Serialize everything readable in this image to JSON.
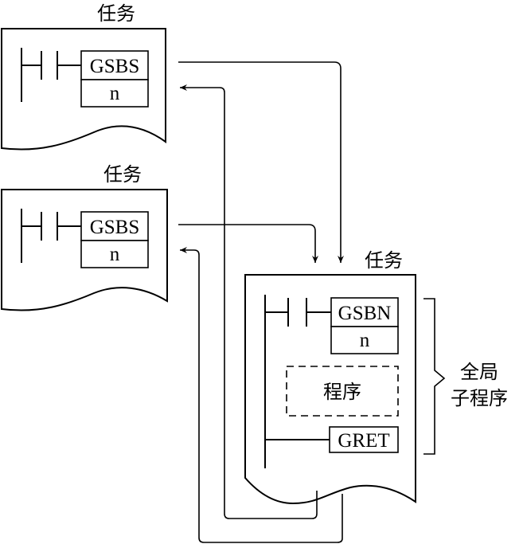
{
  "task_label": "任务",
  "instruction_gsbs": "GSBS",
  "instruction_gsbn": "GSBN",
  "instruction_gret": "GRET",
  "operand_n": "n",
  "program_label": "程序",
  "global_subroutine_line1": "全局",
  "global_subroutine_line2": "子程序"
}
